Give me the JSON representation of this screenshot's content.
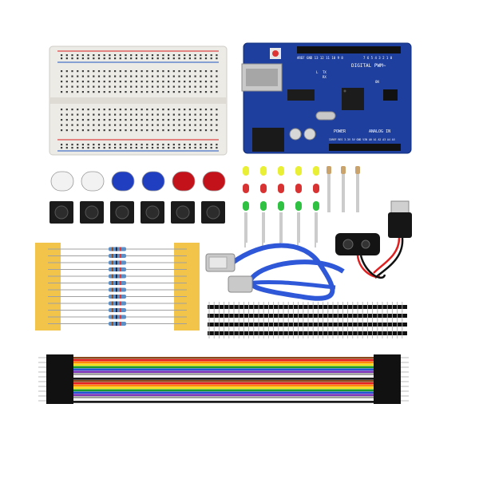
{
  "board": {
    "label_digital": "DIGITAL PWM~",
    "label_analog": "ANALOG IN",
    "label_power": "POWER",
    "label_pins_top": "AREF GND 13 12 11 10 9 8",
    "label_pins_top2": "7 6 5 4 3 2 1 0",
    "label_power_pins": "IOREF RES 3.3V 5V GND VIN",
    "label_analog_pins": "A0 A1 A2 A3 A4 A5",
    "label_tx": "TX",
    "label_rx": "RX",
    "label_l": "L",
    "label_on": "ON"
  },
  "colors": {
    "board": "#1e3f9e",
    "breadboard": "#ecebe6",
    "rail_red": "#e04646",
    "rail_blue": "#4a74c9",
    "cable": "#2f58d8",
    "led_yellow": "#e9ef35",
    "led_red": "#d83232",
    "led_green": "#2fc142",
    "button_white": "#f2f2f2",
    "button_blue": "#1f3fc0",
    "button_red": "#c4121b",
    "resistor_tape": "#f2c44a"
  },
  "items": {
    "buttons_caps": [
      "white",
      "white",
      "blue",
      "blue",
      "red",
      "red"
    ],
    "tact_switch_count": 6,
    "led_columns": 5,
    "ldr_count": 3,
    "resistor_count": 12,
    "header_rows": 4,
    "jumper_colors": [
      "#8b4a1e",
      "#e62020",
      "#ff8a00",
      "#f3df1a",
      "#1a9b2a",
      "#2352d3",
      "#7d33b8",
      "#9a9a9a",
      "#f5f5f5",
      "#111111"
    ]
  }
}
